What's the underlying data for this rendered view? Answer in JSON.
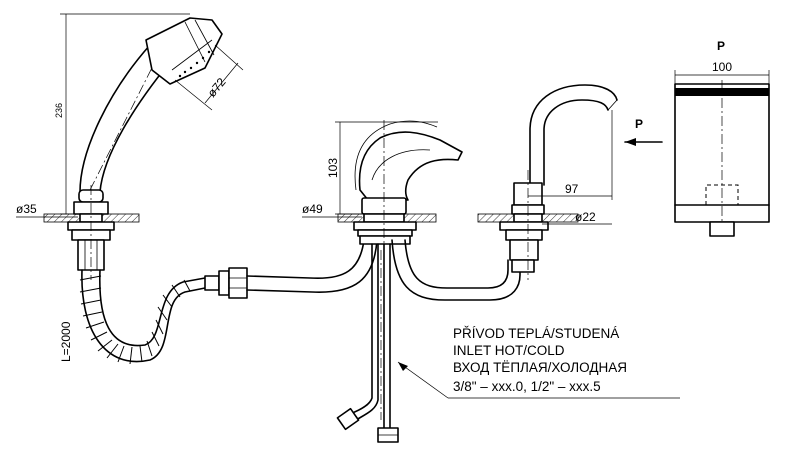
{
  "dimensions": {
    "hand_shower_height": "236",
    "shower_head_diameter": "ø72",
    "hand_shower_base_diameter": "ø35",
    "hose_length": "L=2000",
    "mixer_height": "103",
    "mixer_base_diameter": "ø49",
    "spout_reach": "97",
    "spout_base_diameter": "ø22",
    "side_view_width": "100"
  },
  "view_labels": {
    "side_view": "P",
    "view_arrow": "P"
  },
  "inlet_note": {
    "lines": [
      "PŘÍVOD TEPLÁ/STUDENÁ",
      "INLET HOT/COLD",
      "ВХОД ТЁПЛАЯ/ХОЛОДНАЯ",
      "3/8\" – xxx.0, 1/2\" – xxx.5"
    ]
  }
}
